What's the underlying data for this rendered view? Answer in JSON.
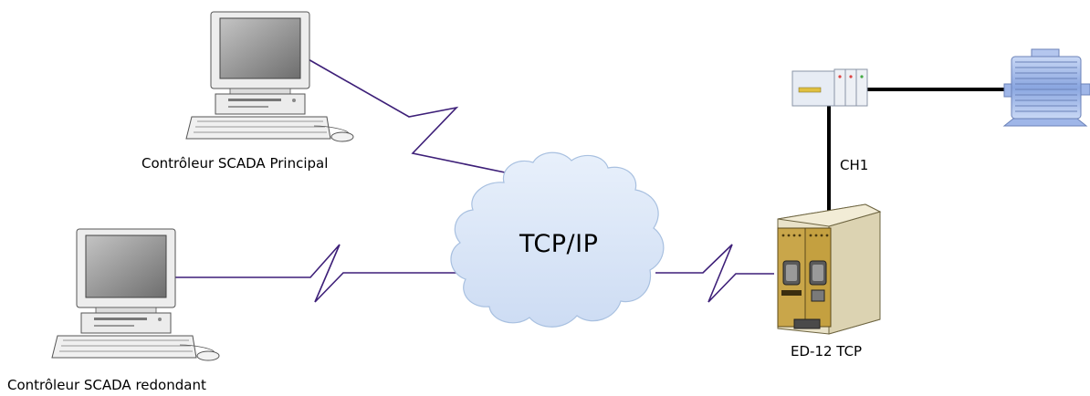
{
  "diagram": {
    "cloud_label": "TCP/IP",
    "controller_primary_label": "Contrôleur SCADA Principal",
    "controller_redundant_label": "Contrôleur SCADA redondant",
    "device_label": "ED-12 TCP",
    "channel_label": "CH1",
    "colors": {
      "link_line": "#3d1f78",
      "cloud_fill": "#d9e6f7",
      "cloud_stroke": "#a8c0e0",
      "monitor_case": "#ececec",
      "device_body": "#e9e2c8",
      "device_panel": "#c9a64a",
      "motor": "#9fb6e8",
      "plc_body": "#e7ecf4"
    }
  }
}
